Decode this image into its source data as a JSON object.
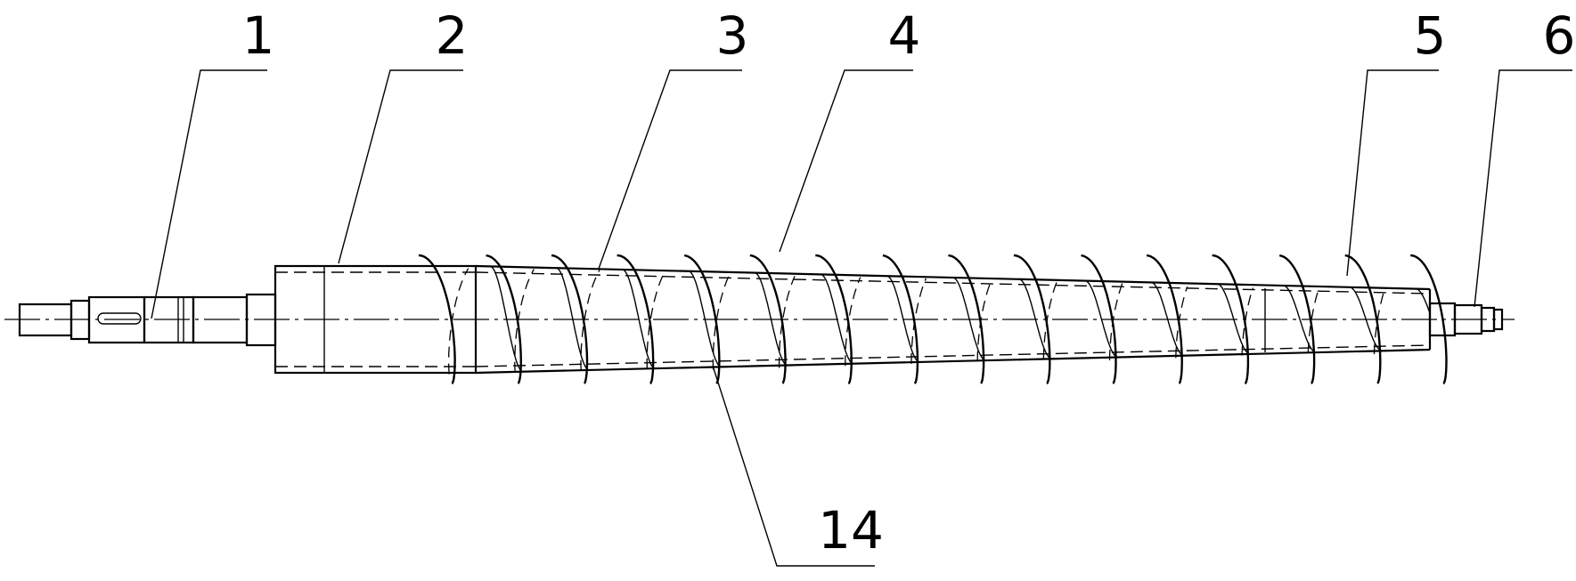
{
  "labels": [
    {
      "id": "1",
      "text": "1"
    },
    {
      "id": "2",
      "text": "2"
    },
    {
      "id": "3",
      "text": "3"
    },
    {
      "id": "4",
      "text": "4"
    },
    {
      "id": "5",
      "text": "5"
    },
    {
      "id": "6",
      "text": "6"
    },
    {
      "id": "14",
      "text": "14"
    }
  ]
}
